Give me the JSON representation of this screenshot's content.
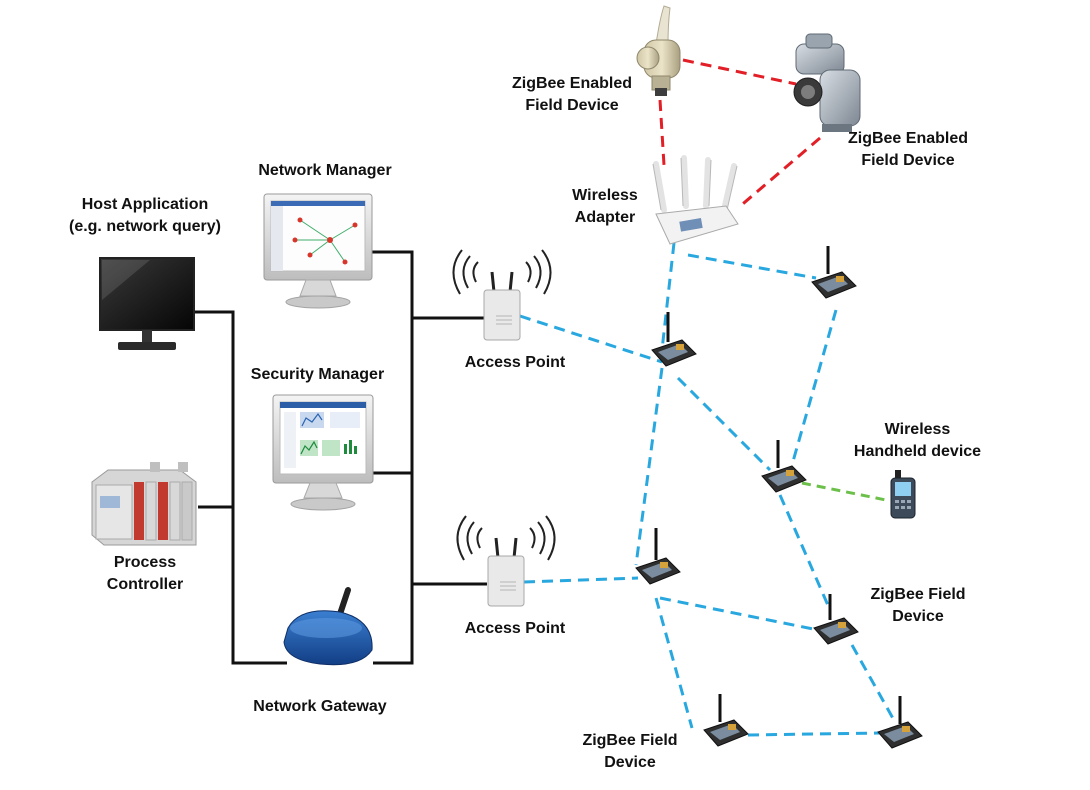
{
  "labels": {
    "zigbee_enabled_1": [
      "ZigBee Enabled",
      "Field Device"
    ],
    "zigbee_enabled_2": [
      "ZigBee Enabled",
      "Field Device"
    ],
    "network_manager": "Network Manager",
    "host_application": [
      "Host Application",
      "(e.g. network query)"
    ],
    "wireless_adapter": [
      "Wireless",
      "Adapter"
    ],
    "security_manager": "Security Manager",
    "access_point_1": "Access Point",
    "access_point_2": "Access Point",
    "wireless_handheld": [
      "Wireless",
      "Handheld device"
    ],
    "process_controller": [
      "Process",
      "Controller"
    ],
    "zigbee_field_1": [
      "ZigBee Field",
      "Device"
    ],
    "zigbee_field_2": [
      "ZigBee Field",
      "Device"
    ],
    "network_gateway": "Network Gateway"
  },
  "colors": {
    "wired_link": "#111111",
    "mesh_link": "#29a8e0",
    "zigbee_link": "#e21f26",
    "handheld_link": "#6cc04a"
  }
}
